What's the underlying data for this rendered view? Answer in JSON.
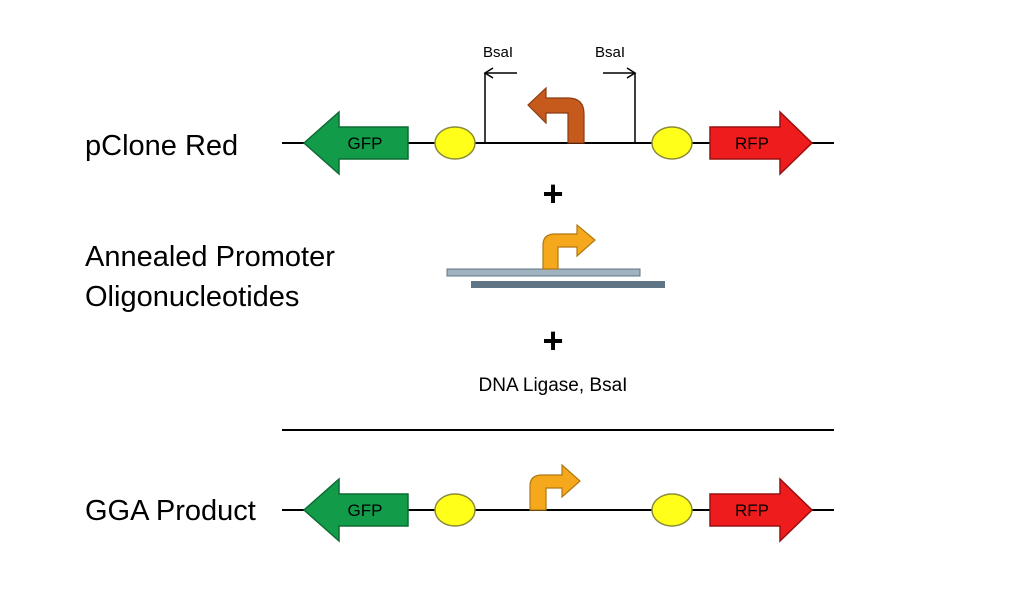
{
  "rows": {
    "pclone": {
      "label": "pClone Red"
    },
    "oligos": {
      "label_line1": "Annealed Promoter",
      "label_line2": "Oligonucleotides"
    },
    "product": {
      "label": "GGA Product"
    }
  },
  "genes": {
    "gfp": {
      "label": "GFP",
      "color": "#129c4a"
    },
    "rfp": {
      "label": "RFP",
      "color": "#ee1c1c"
    }
  },
  "sites": {
    "left": "BsaI",
    "right": "BsaI"
  },
  "operators": {
    "plus": "+"
  },
  "reaction": {
    "reagents": "DNA Ligase, BsaI"
  },
  "colors": {
    "term_circle": "#ffff1a",
    "promoter_red_construct": "#c55a1c",
    "promoter_oligo": "#f5a81c",
    "oligo_top_strand": "#9fb3bf",
    "oligo_bottom_strand": "#5f7585"
  }
}
